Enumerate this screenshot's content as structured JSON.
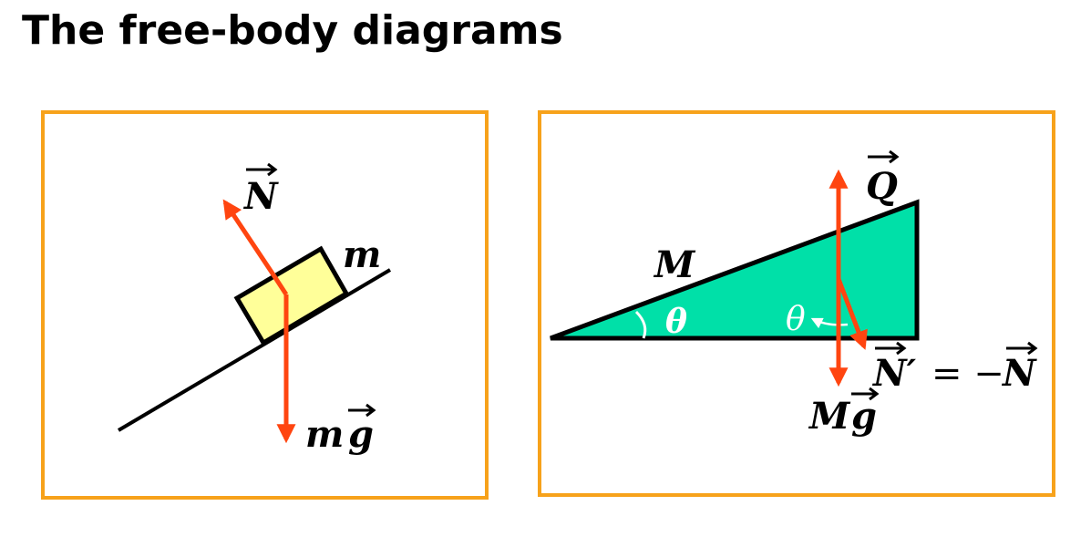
{
  "title": "The free-body diagrams",
  "colors": {
    "frame": "#F7A21B",
    "force": "#FF4510",
    "block_fill": "#FFFF99",
    "wedge_fill": "#00E0A8",
    "outline": "#000000",
    "angle_mark": "#FFFFFF"
  },
  "block_diagram": {
    "mass_label": "m",
    "normal_force_label": "N",
    "weight_label": "mg",
    "weight_mass": "m",
    "weight_vector": "g"
  },
  "wedge_diagram": {
    "mass_label": "M",
    "angle_label_bottom": "θ",
    "angle_label_inner": "θ",
    "q_force_label": "Q",
    "reaction_label": "N′ = −N",
    "reaction_lhs": "N′",
    "reaction_eq": "= −",
    "reaction_rhs": "N",
    "weight_mass": "M",
    "weight_vector": "g"
  }
}
